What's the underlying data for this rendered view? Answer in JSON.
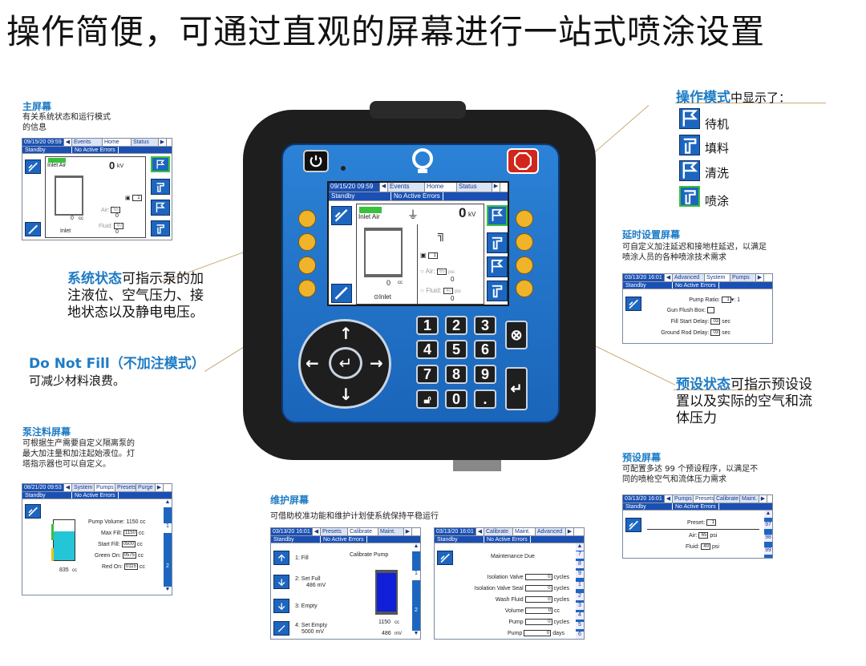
{
  "headline": "操作简便，可通过直观的屏幕进行一站式喷涂设置",
  "callouts": {
    "main_title": "主屏幕",
    "main_desc": [
      "有关系统状态和运行模式",
      "的信息"
    ],
    "mode_title_bold": "操作模式",
    "mode_title_rest": "中显示了：",
    "modes": [
      "待机",
      "填料",
      "清洗",
      "喷涂"
    ],
    "delay_title": "延时设置屏幕",
    "delay_desc": [
      "可自定义加注延迟和接地柱延迟，以满足",
      "喷涂人员的各种喷涂技术需求"
    ],
    "status_bold": "系统状态",
    "status_rest": [
      "可指示泵的加",
      "注液位、空气压力、接",
      "地状态以及静电电压。"
    ],
    "dnf_bold": "Do Not Fill（不加注模式）",
    "dnf_rest": "可减少材料浪费。",
    "preset_bold": "预设状态",
    "preset_rest": [
      "可指示预设设",
      "置以及实际的空气和流",
      "体压力"
    ],
    "pump_title": "泵注料屏幕",
    "pump_desc": [
      "可根据生产需要自定义隔离泵的",
      "最大加注量和加注起始液位。灯",
      "塔指示器也可以自定义。"
    ],
    "maint_title": "维护屏幕",
    "maint_desc": "可借助校准功能和维护计划使系统保持平稳运行",
    "presetscr_title": "预设屏幕",
    "presetscr_desc": [
      "可配置多达 99 个预设程序，以满足不",
      "同的喷枪空气和流体压力需求"
    ]
  },
  "device_screen": {
    "datetime": "09/15/20 09:59",
    "tabs": [
      "Events",
      "Home",
      "Status"
    ],
    "active_tab": "Home",
    "mode": "Standby",
    "errors": "No Active Errors",
    "inlet_air": "Inlet Air",
    "kv_value": "0",
    "kv_unit": "kV",
    "cc_value": "0",
    "cc_unit": "cc",
    "inlet_label": "Inlet",
    "air_label": "Air:",
    "air_value": "65",
    "air_unit": "psi",
    "air_actual": "0",
    "fluid_label": "Fluid:",
    "fluid_value": "40",
    "fluid_unit": "psi",
    "fluid_actual": "0",
    "preset_no": "1"
  },
  "mini_main": {
    "datetime": "09/15/20 09:59",
    "tabs": [
      "Events",
      "Home",
      "Status"
    ],
    "mode": "Standby",
    "errors": "No Active Errors",
    "inlet_air": "Inlet Air",
    "kv_value": "0",
    "kv_unit": "kV",
    "cc": "0",
    "cc_unit": "cc",
    "air_label": "Air:",
    "air_value": "65",
    "air_actual": "0",
    "fluid_label": "Fluid:",
    "fluid_value": "40",
    "fluid_actual": "0",
    "unit": "psi",
    "inlet_label": "Inlet",
    "preset_no": "1"
  },
  "delay_screen": {
    "datetime": "03/13/20 16:01",
    "tabs": [
      "Advanced",
      "System",
      "Pumps"
    ],
    "active_tab": "System",
    "mode": "Standby",
    "errors": "No Active Errors",
    "rows": [
      {
        "label": "Pump Ratio:",
        "value": "1",
        "suffix": ": 1"
      },
      {
        "label": "Gun Flush Box:",
        "value": "",
        "suffix": ""
      },
      {
        "label": "Fill Start Delay:",
        "value": "03",
        "suffix": "sec"
      },
      {
        "label": "Ground Rod Delay:",
        "value": "03",
        "suffix": "sec"
      }
    ]
  },
  "pump_screen": {
    "datetime": "08/21/20 09:53",
    "tabs": [
      "System",
      "Pumps",
      "Presets",
      "Purge"
    ],
    "active_tab": "Pumps",
    "mode": "Standby",
    "errors": "No Active Errors",
    "volume_label": "Pump Volume: 1150 cc",
    "rows": [
      {
        "label": "Max Fill:",
        "value": "1150",
        "unit": "cc"
      },
      {
        "label": "Start Fill:",
        "value": "0500",
        "unit": "cc"
      },
      {
        "label": "Green On:",
        "value": "0575",
        "unit": "cc"
      },
      {
        "label": "Red On:",
        "value": "0115",
        "unit": "cc"
      }
    ],
    "level": "835",
    "level_unit": "cc",
    "fill_fraction": 0.73,
    "pages": [
      "1",
      "2"
    ]
  },
  "calib_screen": {
    "datetime": "03/13/20 16:01",
    "tabs": [
      "Presets",
      "Calibrate",
      "Maint."
    ],
    "active_tab": "Calibrate",
    "mode": "Standby",
    "errors": "No Active Errors",
    "title": "Calibrate Pump",
    "steps": [
      "1: Fill",
      "2: Set Full",
      "3: Empty",
      "4: Set Empty"
    ],
    "step2_mv": "486 mV",
    "step4_mv": "5000 mV",
    "volume": "1150",
    "volume_unit": "cc",
    "mv": "486",
    "mv_unit": "mV",
    "pages": [
      "1",
      "2"
    ]
  },
  "maint_screen": {
    "datetime": "03/13/20 16:01",
    "tabs": [
      "Calibrate",
      "Maint.",
      "Advanced"
    ],
    "active_tab": "Maint.",
    "mode": "Standby",
    "errors": "No Active Errors",
    "title": "Maintenance Due",
    "rows": [
      {
        "label": "Isolation Valve",
        "value": "0",
        "unit": "cycles"
      },
      {
        "label": "Isolation Valve Seal",
        "value": "0",
        "unit": "cycles"
      },
      {
        "label": "Wash Fluid",
        "value": "0",
        "unit": "cycles"
      },
      {
        "label": "Volume",
        "value": "0",
        "unit": "cc"
      },
      {
        "label": "Pump",
        "value": "0",
        "unit": "cycles"
      },
      {
        "label": "Pump",
        "value": "0",
        "unit": "days"
      }
    ],
    "pages": [
      "7",
      "8",
      "9",
      "1",
      "2",
      "3",
      "4",
      "5",
      "6"
    ]
  },
  "preset_screen": {
    "datetime": "03/13/20 16:01",
    "tabs": [
      "Pumps",
      "Presets",
      "Calibrate",
      "Maint."
    ],
    "active_tab": "Presets",
    "mode": "Standby",
    "errors": "No Active Errors",
    "preset_label": "Preset:",
    "preset_value": "1",
    "air_label": "Air:",
    "air_value": "65",
    "fluid_label": "Fluid:",
    "fluid_value": "40",
    "unit": "psi",
    "pages": [
      "97",
      "98",
      "99"
    ]
  },
  "keypad": {
    "keys": [
      "1",
      "2",
      "3",
      "4",
      "5",
      "6",
      "7",
      "8",
      "9",
      "0",
      "."
    ]
  }
}
